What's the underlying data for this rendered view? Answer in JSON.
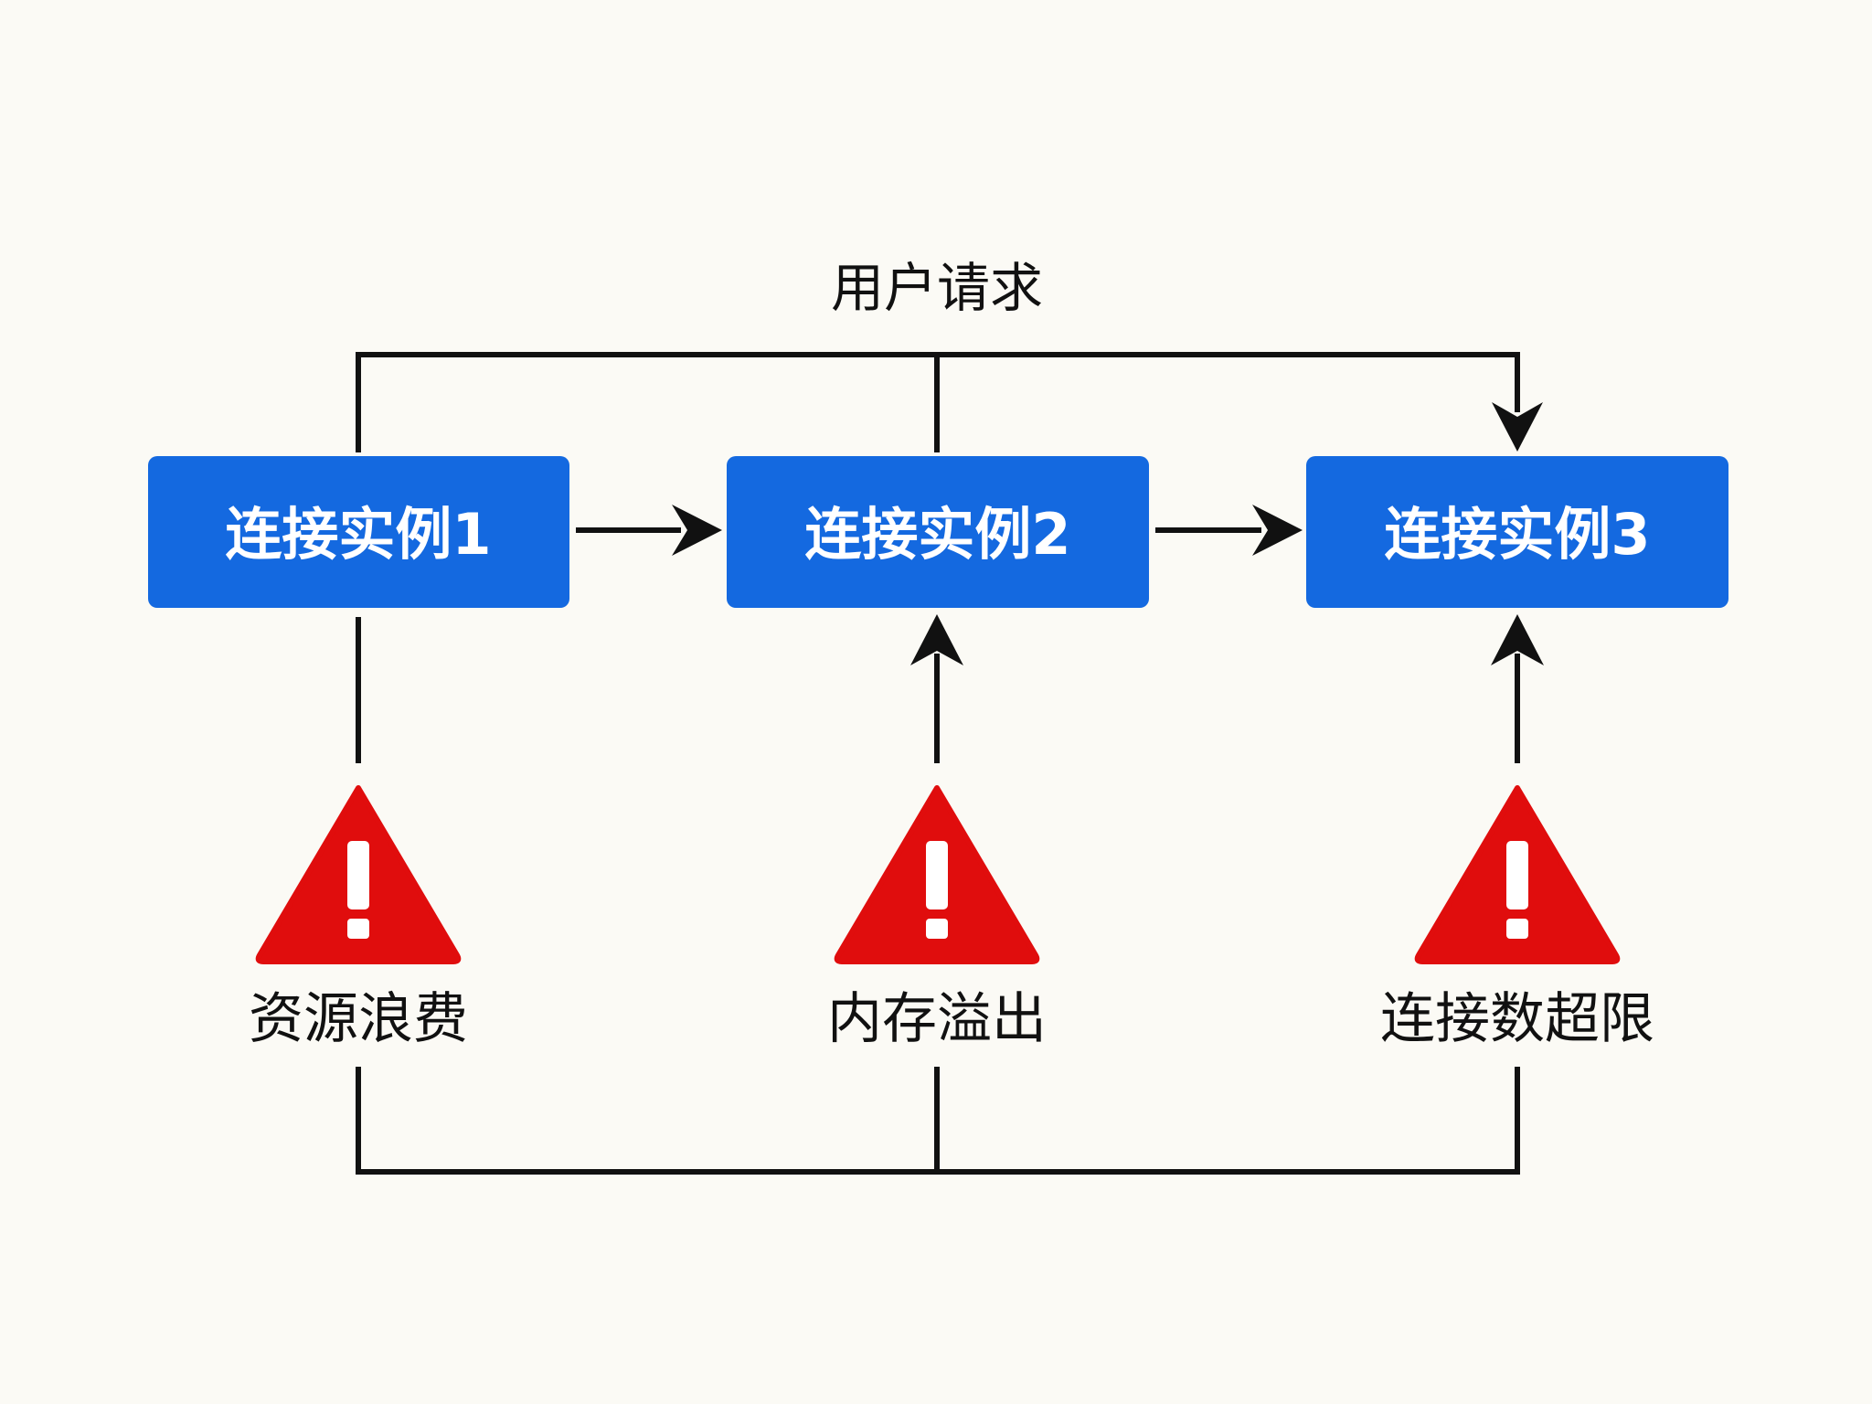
{
  "top_label": "用户请求",
  "nodes": [
    {
      "label": "连接实例1"
    },
    {
      "label": "连接实例2"
    },
    {
      "label": "连接实例3"
    }
  ],
  "problems": [
    {
      "label": "资源浪费",
      "icon": "warning-icon"
    },
    {
      "label": "内存溢出",
      "icon": "warning-icon"
    },
    {
      "label": "连接数超限",
      "icon": "warning-icon"
    }
  ],
  "colors": {
    "node_fill": "#1469e0",
    "warning_fill": "#e00d0d",
    "line": "#111111",
    "background": "#fbfaf5"
  }
}
